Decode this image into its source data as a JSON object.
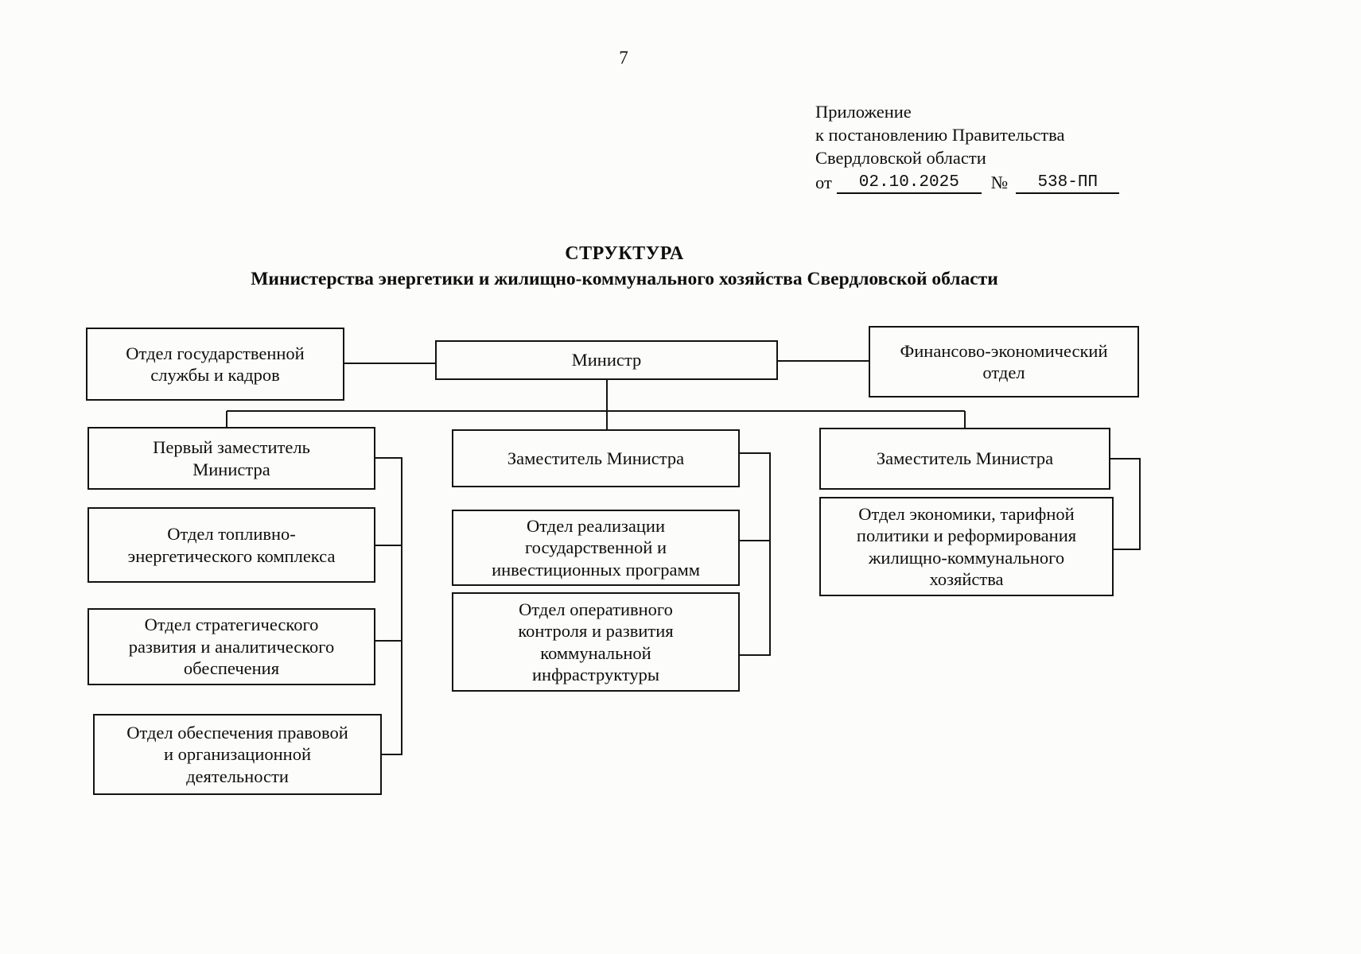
{
  "page": {
    "number": "7",
    "appendix": {
      "line1": "Приложение",
      "line2": "к постановлению Правительства",
      "line3": "Свердловской области",
      "from_label": "от",
      "date": "02.10.2025",
      "number_sign": "№",
      "doc_number": "538-ПП"
    },
    "title": "СТРУКТУРА",
    "subtitle": "Министерства энергетики и жилищно-коммунального хозяйства Свердловской области"
  },
  "org": {
    "minister": {
      "label": "Министр"
    },
    "staff_left": {
      "label": "Отдел государственной\nслужбы и кадров"
    },
    "staff_right": {
      "label": "Финансово-экономический\nотдел"
    },
    "deputies": [
      {
        "label": "Первый заместитель\nМинистра",
        "departments": [
          {
            "label": "Отдел топливно-\nэнергетического комплекса"
          },
          {
            "label": "Отдел стратегического\nразвития и аналитического\nобеспечения"
          },
          {
            "label": "Отдел обеспечения правовой\nи организационной\nдеятельности"
          }
        ]
      },
      {
        "label": "Заместитель Министра",
        "departments": [
          {
            "label": "Отдел реализации\nгосударственной и\nинвестиционных программ"
          },
          {
            "label": "Отдел оперативного\nконтроля и развития\nкоммунальной\nинфраструктуры"
          }
        ]
      },
      {
        "label": "Заместитель Министра",
        "departments": [
          {
            "label": "Отдел экономики, тарифной\nполитики и реформирования\nжилищно-коммунального\nхозяйства"
          }
        ]
      }
    ]
  }
}
